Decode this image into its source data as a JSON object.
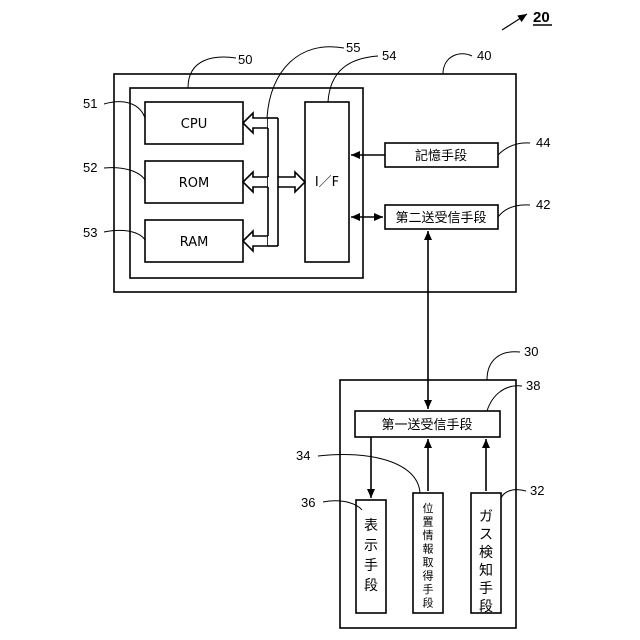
{
  "figure_number": "20",
  "refs": {
    "r40": "40",
    "r50": "50",
    "r55": "55",
    "r54": "54",
    "r51": "51",
    "r52": "52",
    "r53": "53",
    "r44": "44",
    "r42": "42",
    "r30": "30",
    "r38": "38",
    "r34": "34",
    "r36": "36",
    "r32": "32"
  },
  "blocks": {
    "cpu": "CPU",
    "rom": "ROM",
    "ram": "RAM",
    "interface": "I／F",
    "storage": "記憶手段",
    "second_transceiver": "第二送受信手段",
    "first_transceiver": "第一送受信手段",
    "display": [
      "表",
      "示",
      "手",
      "段"
    ],
    "position_info": [
      "位",
      "置",
      "情",
      "報",
      "取",
      "得",
      "手",
      "段"
    ],
    "gas_detection": [
      "ガ",
      "ス",
      "検",
      "知",
      "手",
      "段"
    ]
  }
}
